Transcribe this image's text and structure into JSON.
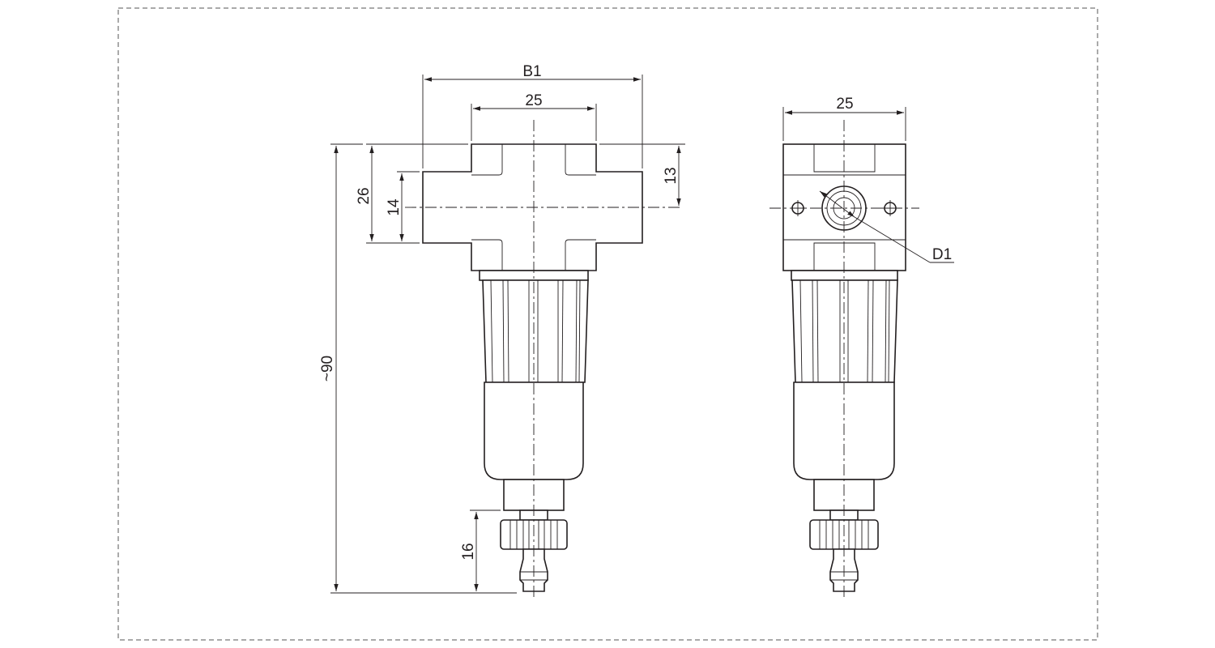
{
  "labels": {
    "overall_width": "B1",
    "body_width_front": "25",
    "body_width_side": "25",
    "port_offset": "13",
    "body_height": "26",
    "port_height": "14",
    "overall_height": "~90",
    "drain_height": "16",
    "port_thread": "D1"
  },
  "colors": {
    "line": "#231f20",
    "frame": "#555555",
    "background": "#ffffff"
  }
}
